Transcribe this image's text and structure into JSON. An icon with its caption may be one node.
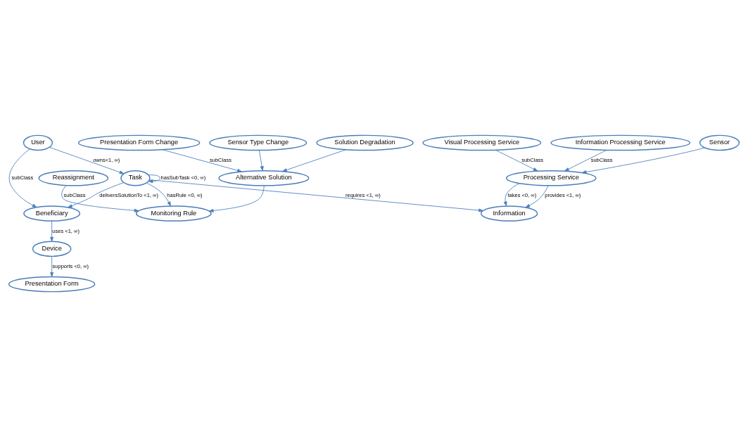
{
  "diagram": {
    "nodes": [
      {
        "text": [
          "Presentation Form"
        ]
      },
      {
        "text": [
          "User"
        ]
      },
      {
        "text": [
          "Device"
        ]
      },
      {
        "text": [
          "Visual Processing Service"
        ]
      },
      {
        "text": [
          "Beneficiary"
        ]
      },
      {
        "text": [
          "Task"
        ]
      },
      {
        "text": [
          "Processing Service"
        ]
      },
      {
        "text": [
          "Monitoring Rule"
        ]
      },
      {
        "text": [
          "Information Processing Service"
        ]
      },
      {
        "text": [
          "Reassignment"
        ]
      },
      {
        "text": [
          "Alternative Solution"
        ]
      },
      {
        "text": [
          "Information"
        ]
      },
      {
        "text": [
          "Sensor"
        ]
      },
      {
        "text": [
          "Presentation Form Change"
        ]
      },
      {
        "text": [
          "Sensor Type Change"
        ]
      },
      {
        "text": [
          "Solution Degradation"
        ]
      }
    ],
    "edges": [
      {
        "from": 2,
        "to": 0,
        "arrow": "to",
        "label": "supports <0, ∞)"
      },
      {
        "from": 1,
        "to": 4,
        "arrow": "to",
        "label": "subClass"
      },
      {
        "from": 1,
        "to": 5,
        "arrow": "to",
        "label": "owns<1, ∞)"
      },
      {
        "from": 4,
        "to": 2,
        "arrow": "to",
        "label": "uses <1, ∞)"
      },
      {
        "from": 5,
        "to": 5,
        "arrow": "to",
        "label": "hasSubTask <0, ∞)"
      },
      {
        "from": 5,
        "to": 4,
        "arrow": "to",
        "label": "deliversSolutionTo <1, ∞)"
      },
      {
        "from": 5,
        "to": 7,
        "arrow": "to",
        "label": "hasRule <0, ∞)"
      },
      {
        "from": 5,
        "to": 11,
        "arrow": "to",
        "label": "requires <1, ∞)"
      },
      {
        "from": 3,
        "to": 6,
        "arrow": "to",
        "label": "subClass"
      },
      {
        "from": 8,
        "to": 6,
        "arrow": "to",
        "label": "subClass"
      },
      {
        "from": 12,
        "to": 6,
        "arrow": "to"
      },
      {
        "from": 6,
        "to": 11,
        "arrow": "to",
        "label": "provides <1, ∞)"
      },
      {
        "from": 6,
        "to": 11,
        "arrow": "to",
        "label": "takes <0, ∞)"
      },
      {
        "from": 9,
        "to": 7,
        "arrow": "to",
        "label": "subClass"
      },
      {
        "from": 10,
        "to": 7,
        "arrow": "to"
      },
      {
        "from": 13,
        "to": 10,
        "arrow": "to",
        "label": "subClass"
      },
      {
        "from": 14,
        "to": 10,
        "arrow": "to"
      },
      {
        "from": 15,
        "to": 10,
        "arrow": "to"
      }
    ]
  }
}
